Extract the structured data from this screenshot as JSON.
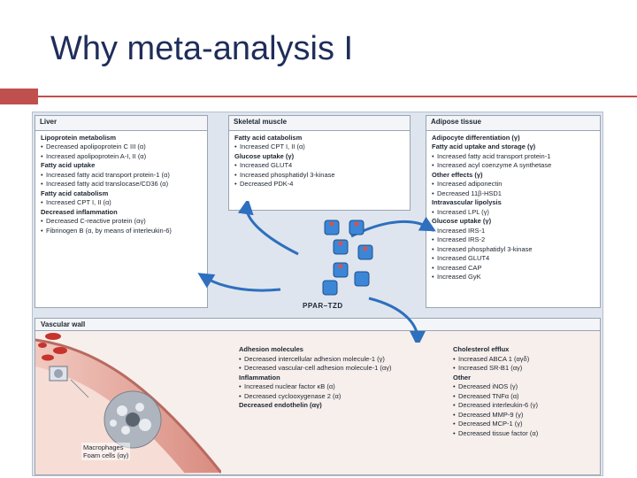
{
  "slide": {
    "title": "Why meta-analysis I",
    "accent_color": "#c0504d"
  },
  "figure": {
    "liver": {
      "header": "Liver",
      "sections": [
        {
          "title": "Lipoprotein metabolism",
          "items": [
            "Decreased apolipoprotein C III (α)",
            "Increased apolipoprotein A-I, II (α)"
          ]
        },
        {
          "title": "Fatty acid uptake",
          "items": [
            "Increased fatty acid transport protein-1 (α)",
            "Increased fatty acid translocase/CD36 (α)"
          ]
        },
        {
          "title": "Fatty acid catabolism",
          "items": [
            "Increased CPT I, II (α)"
          ]
        },
        {
          "title": "Decreased inflammation",
          "items": [
            "Decreased C-reactive protein (αγ)",
            "Fibrinogen B (α, by means of interleukin-6)"
          ]
        }
      ]
    },
    "muscle": {
      "header": "Skeletal muscle",
      "sections": [
        {
          "title": "Fatty acid catabolism",
          "items": [
            "Increased CPT I, II (α)"
          ]
        },
        {
          "title": "Glucose uptake (γ)",
          "items": [
            "Increased GLUT4",
            "Increased phosphatidyl 3-kinase",
            "Decreased PDK-4"
          ]
        }
      ]
    },
    "adipose": {
      "header": "Adipose tissue",
      "sections": [
        {
          "title": "Adipocyte differentiation (γ)",
          "items": []
        },
        {
          "title": "Fatty acid uptake and storage (γ)",
          "items": [
            "Increased fatty acid transport protein-1",
            "Increased acyl coenzyme A synthetase"
          ]
        },
        {
          "title": "Other effects (γ)",
          "items": [
            "Increased adiponectin",
            "Decreased 11β-HSD1"
          ]
        },
        {
          "title": "Intravascular lipolysis",
          "items": [
            "Increased LPL (γ)"
          ]
        },
        {
          "title": "Glucose uptake (γ)",
          "items": [
            "Increased IRS-1",
            "Increased IRS-2",
            "Increased phosphatidyl 3-kinase",
            "Increased GLUT4",
            "Increased CAP",
            "Increased GyK"
          ]
        }
      ]
    },
    "ppar_label": "PPAR–TZD",
    "vascular": {
      "header": "Vascular wall",
      "macrophage_label_1": "Macrophages",
      "macrophage_label_2": "Foam cells (αγ)",
      "adhesion": [
        {
          "title": "Adhesion molecules",
          "items": [
            "Decreased intercellular adhesion molecule-1 (γ)",
            "Decreased vascular-cell adhesion molecule-1 (αγ)"
          ]
        },
        {
          "title": "Inflammation",
          "items": [
            "Increased nuclear factor κB (α)",
            "Decreased cyclooxygenase 2 (α)"
          ]
        },
        {
          "title": "Decreased endothelin (αγ)",
          "items": []
        }
      ],
      "cholesterol": [
        {
          "title": "Cholesterol efflux",
          "items": [
            "Increased ABCA 1 (αγδ)",
            "Increased SR-B1 (αγ)"
          ]
        },
        {
          "title": "Other",
          "items": [
            "Decreased iNOS (γ)",
            "Decreased TNFα (α)",
            "Decreased interleukin-6 (γ)",
            "Decreased MMP-9 (γ)",
            "Decreased MCP-1 (γ)",
            "Decreased tissue factor (α)"
          ]
        }
      ]
    }
  }
}
